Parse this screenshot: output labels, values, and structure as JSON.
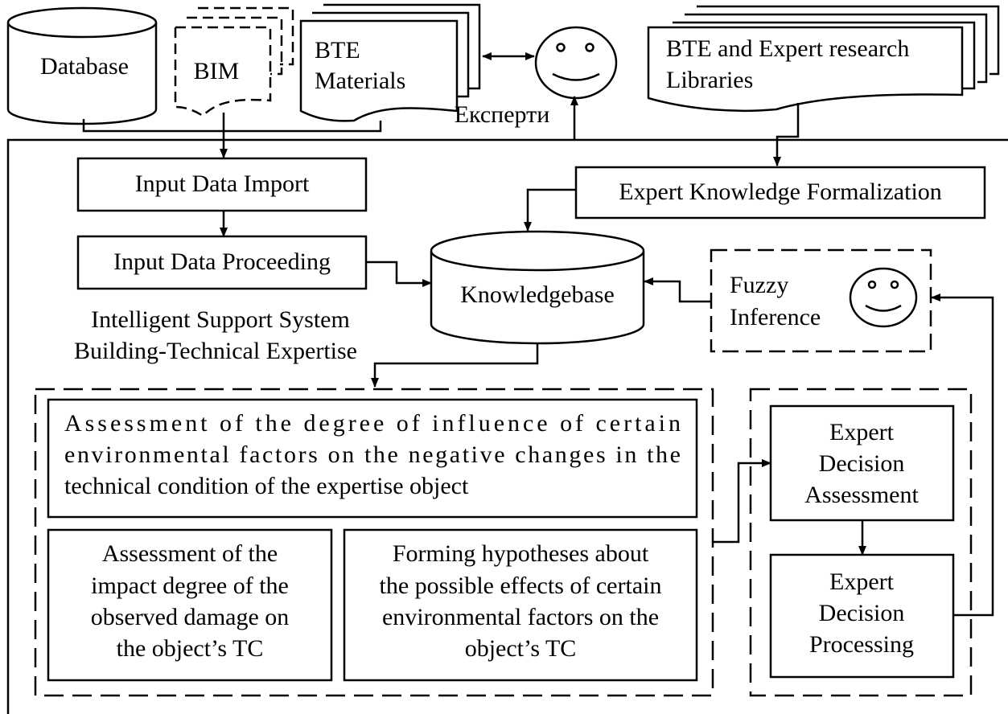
{
  "sources": {
    "database": "Database",
    "bim": "BIM",
    "bte_materials": [
      "BTE",
      "Materials"
    ],
    "experts_label": "Експерти",
    "libraries": [
      "BTE and Expert research",
      "Libraries"
    ]
  },
  "system": {
    "title": [
      "Intelligent Support System",
      "Building-Technical Expertise"
    ],
    "input_import": "Input Data Import",
    "input_processing": "Input Data Proceeding",
    "knowledge_formalization": "Expert Knowledge Formalization",
    "knowledgebase": "Knowledgebase",
    "fuzzy_inference": [
      "Fuzzy",
      "Inference"
    ]
  },
  "assessment_group": {
    "environmental": [
      "Assessment of the degree of influence of certain",
      "environmental factors on the negative changes in the",
      "technical condition of the expertise object"
    ],
    "damage": [
      "Assessment of the",
      "impact degree of the",
      "observed damage on",
      "the object’s TC"
    ],
    "hypotheses": [
      "Forming hypotheses about",
      "the possible effects of certain",
      "environmental factors on the",
      "object’s TC"
    ]
  },
  "decision_group": {
    "assessment": [
      "Expert",
      "Decision",
      "Assessment"
    ],
    "processing": [
      "Expert",
      "Decision",
      "Processing"
    ]
  }
}
